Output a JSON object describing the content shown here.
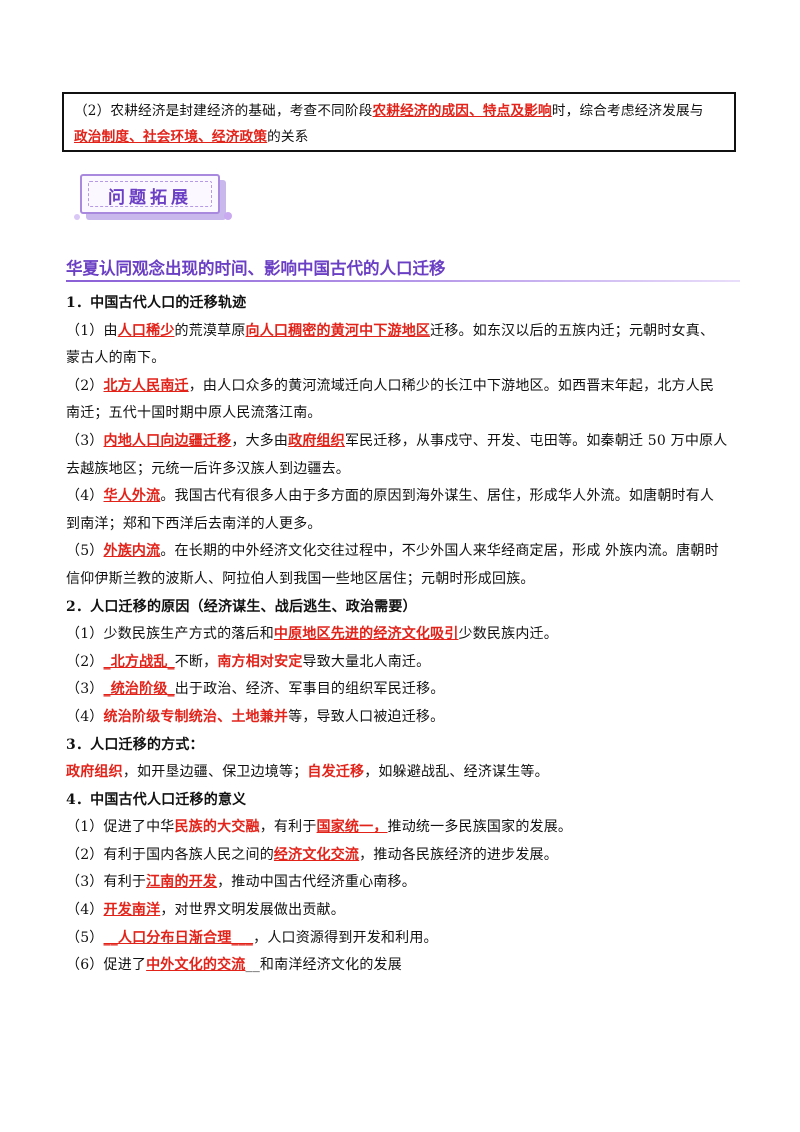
{
  "box": {
    "line1": {
      "a": "（2）农耕经济是封建经济的基础，考查不同阶段",
      "b": "农耕经济的成因、特点及影响",
      "c": "时，综合考虑经济发展与"
    },
    "line2": {
      "a": "政治制度、社会环境、经济政策",
      "b": "的关系"
    }
  },
  "badge": {
    "text": "问题拓展"
  },
  "section": {
    "title": "华夏认同观念出现的时间、影响中国古代的人口迁移"
  },
  "s1": {
    "heading": "1．中国古代人口的迁移轨迹",
    "p1": {
      "a": "（1）由",
      "b": "人口稀少",
      "c": "的荒漠草原",
      "d": "向人口稠密的黄河中下游地区",
      "e": "迁移。如东汉以后的五族内迁；元朝时女真、",
      "f": "蒙古人的南下。"
    },
    "p2": {
      "a": "（2）",
      "b": "北方人民南迁",
      "c": "，由人口众多的黄河流域迁向人口稀少的长江中下游地区。如西晋末年起，北方人民",
      "d": "南迁；五代十国时期中原人民流落江南。"
    },
    "p3": {
      "a": "（3）",
      "b": "内地人口向边疆迁移",
      "c": "，大多由",
      "d": "政府组织",
      "e": "军民迁移，从事戍守、开发、屯田等。如秦朝迁 50 万中原人",
      "f": "去越族地区；元统一后许多汉族人到边疆去。"
    },
    "p4": {
      "a": "（4）",
      "b": "华人外流",
      "c": "。我国古代有很多人由于多方面的原因到海外谋生、居住，形成华人外流。如唐朝时有人",
      "d": "到南洋；郑和下西洋后去南洋的人更多。"
    },
    "p5": {
      "a": "（5）",
      "b": "外族内流",
      "c": "。在长期的中外经济文化交往过程中，不少外国人来华经商定居，形成  外族内流。唐朝时",
      "d": "信仰伊斯兰教的波斯人、阿拉伯人到我国一些地区居住；元朝时形成回族。"
    }
  },
  "s2": {
    "heading": "2．人口迁移的原因（经济谋生、战后逃生、政治需要）",
    "p1": {
      "a": "（1）少数民族生产方式的落后和",
      "b": "中原地区先进的经济文化吸引",
      "c": "少数民族内迁。"
    },
    "p2": {
      "a": "（2）",
      "b": "_北方战乱_",
      "c": "不断，",
      "d": "南方相对安定",
      "e": "导致大量北人南迁。"
    },
    "p3": {
      "a": "（3）",
      "b": "_统治阶级_",
      "c": "出于政治、经济、军事目的组织军民迁移。"
    },
    "p4": {
      "a": "（4）",
      "b": "统治阶级专制统治、土地兼并",
      "c": "等，导致人口被迫迁移。"
    }
  },
  "s3": {
    "heading": "3．人口迁移的方式：",
    "p1": {
      "a": "政府组织",
      "b": "，如开垦边疆、保卫边境等；",
      "c": "自发迁移",
      "d": "，如躲避战乱、经济谋生等。"
    }
  },
  "s4": {
    "heading": "4．中国古代人口迁移的意义",
    "p1": {
      "a": "（1）促进了中华",
      "b": "民族的大交融",
      "c": "，有利于",
      "d": "国家统一，",
      "e": "推动统一多民族国家的发展。"
    },
    "p2": {
      "a": "（2）有利于国内各族人民之间的",
      "b": "经济文化交流",
      "c": "，推动各民族经济的进步发展。"
    },
    "p3": {
      "a": "（3）有利于",
      "b": "江南的开发",
      "c": "，推动中国古代经济重心南移。"
    },
    "p4": {
      "a": "（4）",
      "b": "开发南洋",
      "c": "，对世界文明发展做出贡献。"
    },
    "p5": {
      "a": "（5）",
      "b": "__人口分布日渐合理___",
      "c": "，人口资源得到开发和利用。"
    },
    "p6": {
      "a": "（6）促进了",
      "b": "中外文化的交流",
      "c": "__和南洋经济文化的发展"
    }
  }
}
